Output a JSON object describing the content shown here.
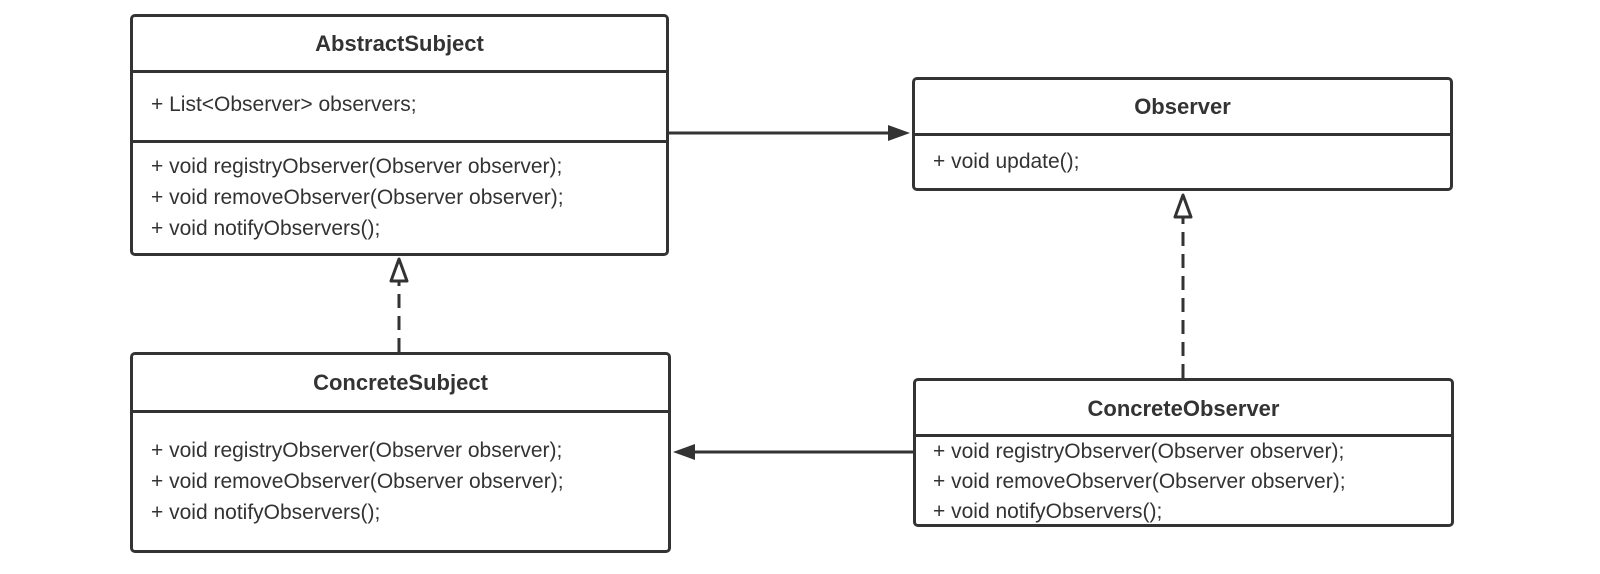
{
  "diagram": {
    "classes": {
      "abstract_subject": {
        "name": "AbstractSubject",
        "attributes": [
          "+ List<Observer> observers;"
        ],
        "operations": [
          "+ void registryObserver(Observer observer);",
          "+ void removeObserver(Observer observer);",
          "+ void notifyObservers();"
        ]
      },
      "observer": {
        "name": "Observer",
        "operations": [
          "+ void update();"
        ]
      },
      "concrete_subject": {
        "name": "ConcreteSubject",
        "operations": [
          "+ void registryObserver(Observer observer);",
          "+ void removeObserver(Observer observer);",
          "+ void notifyObservers();"
        ]
      },
      "concrete_observer": {
        "name": "ConcreteObserver",
        "operations": [
          "+ void registryObserver(Observer observer);",
          "+ void removeObserver(Observer observer);",
          "+ void notifyObservers();"
        ]
      }
    },
    "relationships": [
      {
        "from": "AbstractSubject",
        "to": "Observer",
        "type": "association"
      },
      {
        "from": "ConcreteSubject",
        "to": "AbstractSubject",
        "type": "realization"
      },
      {
        "from": "ConcreteObserver",
        "to": "Observer",
        "type": "realization"
      },
      {
        "from": "ConcreteObserver",
        "to": "ConcreteSubject",
        "type": "association"
      }
    ],
    "colors": {
      "line": "#333333",
      "background": "#ffffff",
      "text": "#333333"
    }
  }
}
